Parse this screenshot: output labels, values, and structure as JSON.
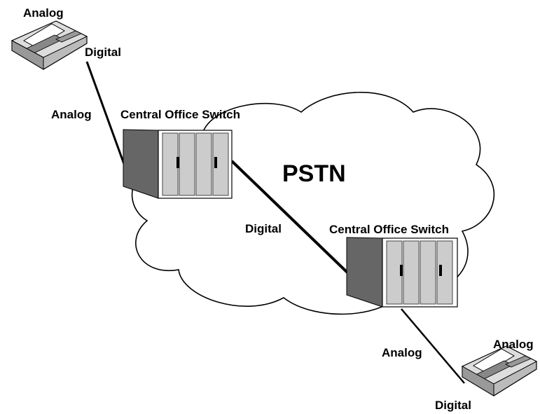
{
  "diagram": {
    "cloud_label": "PSTN",
    "top_fax": {
      "label_top": "Analog",
      "label_side": "Digital"
    },
    "top_link": {
      "label": "Analog"
    },
    "switch_left": {
      "label": "Central Office Switch"
    },
    "trunk_link": {
      "label": "Digital"
    },
    "switch_right": {
      "label": "Central Office Switch"
    },
    "bottom_link": {
      "label": "Analog"
    },
    "bottom_fax": {
      "label_top": "Analog",
      "label_bottom": "Digital"
    }
  }
}
